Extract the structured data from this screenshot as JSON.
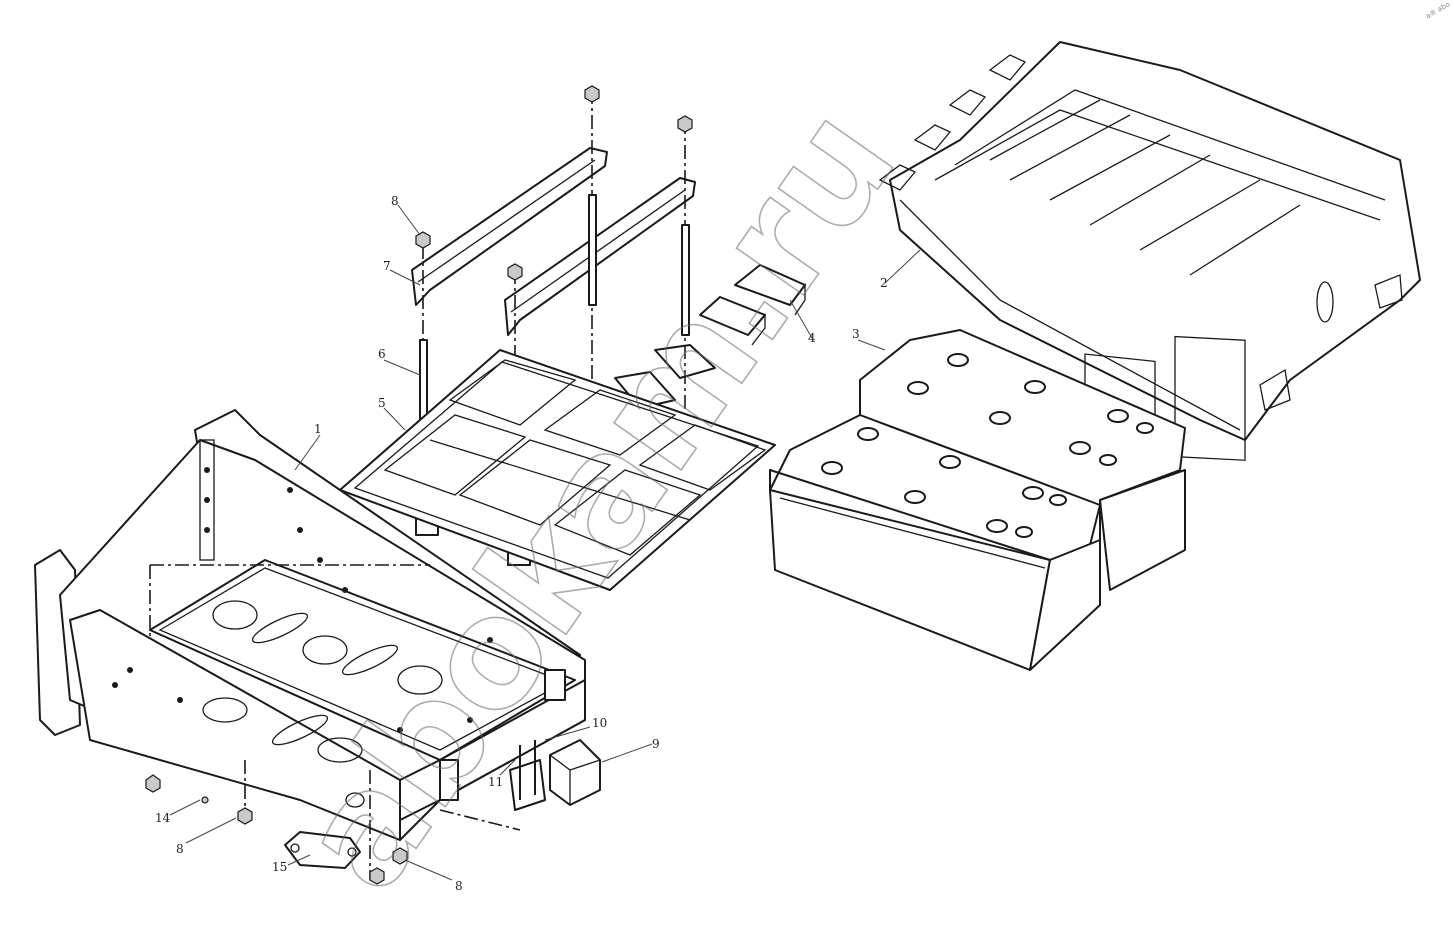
{
  "diagram": {
    "part_labels": [
      {
        "id": "p1",
        "text": "1"
      },
      {
        "id": "p2",
        "text": "2"
      },
      {
        "id": "p3",
        "text": "3"
      },
      {
        "id": "p4",
        "text": "4"
      },
      {
        "id": "p5",
        "text": "5"
      },
      {
        "id": "p6",
        "text": "6"
      },
      {
        "id": "p7",
        "text": "7"
      },
      {
        "id": "p8a",
        "text": "8"
      },
      {
        "id": "p8b",
        "text": "8"
      },
      {
        "id": "p8c",
        "text": "8"
      },
      {
        "id": "p9",
        "text": "9"
      },
      {
        "id": "p10",
        "text": "10"
      },
      {
        "id": "p11",
        "text": "11"
      },
      {
        "id": "p14",
        "text": "14"
      },
      {
        "id": "p15",
        "text": "15"
      }
    ],
    "watermark": "abokam.ru",
    "corner_mark": "a® abo"
  },
  "colors": {
    "line": "#1a1a1a",
    "watermark": "#6a6a6a",
    "fill": "#ffffff"
  }
}
